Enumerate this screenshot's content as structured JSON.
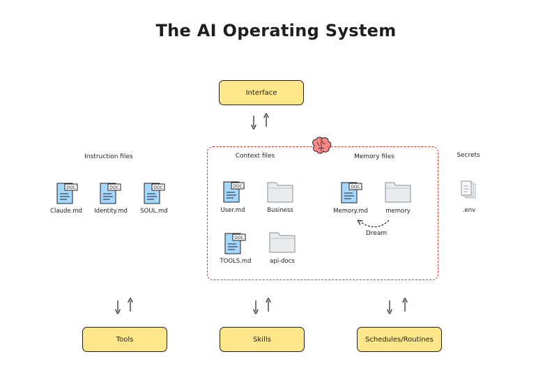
{
  "title": "The AI Operating System",
  "boxes": {
    "interface": "Interface",
    "tools": "Tools",
    "skills": "Skills",
    "schedules": "Schedules/Routines"
  },
  "sections": {
    "instruction": "Instruction files",
    "context": "Context files",
    "memory": "Memory files",
    "secrets": "Secrets"
  },
  "files": {
    "claude": "Claude.md",
    "identity": "Identity.md",
    "soul": "SOUL.md",
    "user": "User.md",
    "business": "Business",
    "tools_md": "TOOLS.md",
    "api_docs": "api-docs",
    "memory_md": "Memory.md",
    "memory_folder": "memory",
    "env": ".env"
  },
  "doc_badge": "DOC",
  "dream": "Dream",
  "icons": {
    "doc": "document-icon",
    "folder": "folder-icon",
    "secret": "secret-file-icon",
    "brain": "brain-icon"
  },
  "colors": {
    "box_fill": "#fde78a",
    "doc_fill": "#a5d8ff",
    "folder_fill": "#e9ecef",
    "dashed_border": "#e03131",
    "brain": "#ff8787"
  }
}
